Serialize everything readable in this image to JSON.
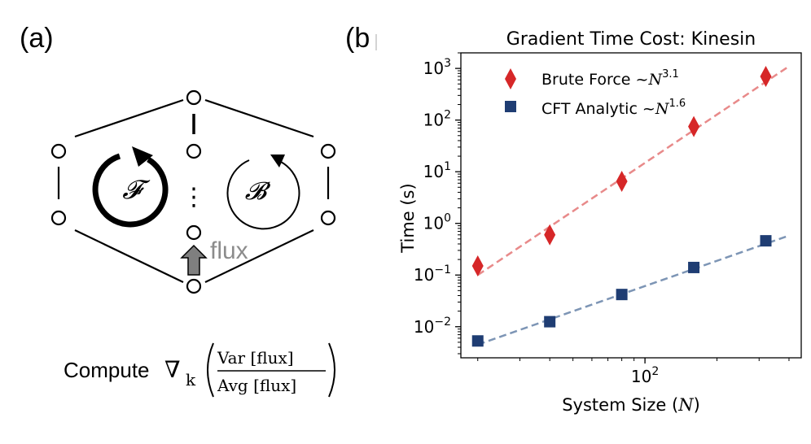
{
  "panel_a": {
    "label": "(a)",
    "forward_symbol": "𝓕",
    "backward_symbol": "𝓑",
    "ellipsis": "⋮",
    "flux_label": "flux",
    "formula": {
      "prefix": "Compute",
      "operator": "∇",
      "subscript": "k",
      "numerator": "Var [flux]",
      "denominator": "Avg [flux]"
    },
    "colors": {
      "flux_arrow": "#7f7f7f",
      "flux_text": "#8c8c8c"
    }
  },
  "panel_b": {
    "label": "(b",
    "colors": {
      "brute": "#d62728",
      "brute_fit": "#e88a8a",
      "cft": "#1f3d73",
      "cft_fit": "#7d95b5"
    },
    "chart_data": {
      "type": "scatter",
      "title": "Gradient Time Cost: Kinesin",
      "xlabel_text": "System Size (",
      "xlabel_var": "N",
      "xlabel_close": ")",
      "ylabel": "Time (s)",
      "x_scale": "log",
      "y_scale": "log",
      "xlim": [
        17,
        450
      ],
      "ylim": [
        0.0025,
        2000
      ],
      "x_ticks": [
        {
          "value": 100,
          "base": "10",
          "exp": "2"
        }
      ],
      "y_ticks": [
        {
          "value": 0.01,
          "base": "10",
          "exp": "−2"
        },
        {
          "value": 0.1,
          "base": "10",
          "exp": "−1"
        },
        {
          "value": 1,
          "base": "10",
          "exp": "0"
        },
        {
          "value": 10,
          "base": "10",
          "exp": "1"
        },
        {
          "value": 100,
          "base": "10",
          "exp": "2"
        },
        {
          "value": 1000,
          "base": "10",
          "exp": "3"
        }
      ],
      "legend_position": "top-left",
      "grid": false,
      "series": [
        {
          "name": "Brute Force ~N^3.1",
          "legend_text": "Brute Force ~",
          "legend_var": "N",
          "legend_exp": "3.1",
          "marker": "diamond",
          "x": [
            20,
            40,
            80,
            160,
            320
          ],
          "y": [
            0.15,
            0.6,
            6.5,
            75,
            700
          ],
          "fit": {
            "x": [
              20,
              400
            ],
            "y": [
              0.1,
              1100
            ]
          }
        },
        {
          "name": "CFT Analytic ~N^1.6",
          "legend_text": "CFT Analytic ~",
          "legend_var": "N",
          "legend_exp": "1.6",
          "marker": "square",
          "x": [
            20,
            40,
            80,
            160,
            320
          ],
          "y": [
            0.0053,
            0.0125,
            0.042,
            0.14,
            0.46
          ],
          "fit": {
            "x": [
              20,
              400
            ],
            "y": [
              0.0045,
              0.58
            ]
          }
        }
      ]
    }
  }
}
